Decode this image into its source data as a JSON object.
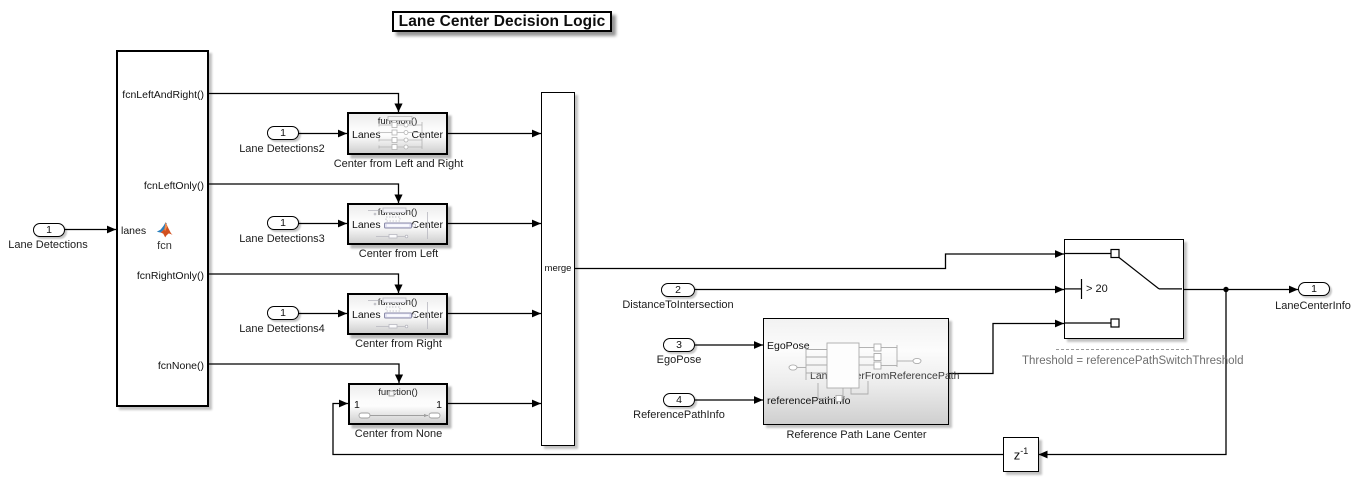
{
  "title": "Lane Center Decision Logic",
  "colors": {
    "wire": "#000000",
    "annotation_text": "#6f6f6f",
    "matlab_logo_orange": "#d55a28",
    "matlab_logo_blue": "#2a7fbd",
    "block_gradient_bottom": "#cfcfcf"
  },
  "inports": {
    "lane_detections": {
      "num": "1",
      "label": "Lane Detections"
    },
    "lane_detections2": {
      "num": "1",
      "label": "Lane Detections2"
    },
    "lane_detections3": {
      "num": "1",
      "label": "Lane Detections3"
    },
    "lane_detections4": {
      "num": "1",
      "label": "Lane Detections4"
    },
    "distance_to_intersection": {
      "num": "2",
      "label": "DistanceToIntersection"
    },
    "ego_pose": {
      "num": "3",
      "label": "EgoPose"
    },
    "reference_path_info": {
      "num": "4",
      "label": "ReferencePathInfo"
    }
  },
  "outports": {
    "lane_center_info": {
      "num": "1",
      "label": "LaneCenterInfo"
    }
  },
  "dispatcher": {
    "in_port": "lanes",
    "icon": "matlab-fcn-icon",
    "icon_caption": "fcn",
    "out_left_and_right": "fcnLeftAndRight()",
    "out_left_only": "fcnLeftOnly()",
    "out_right_only": "fcnRightOnly()",
    "out_none": "fcnNone()"
  },
  "function_blocks": {
    "center_from_left_and_right": {
      "header": "function()",
      "in_port": "Lanes",
      "out_port": "Center",
      "name": "Center from Left and Right"
    },
    "center_from_left": {
      "header": "function()",
      "in_port": "Lanes",
      "out_port": "Center",
      "name": "Center from Left"
    },
    "center_from_right": {
      "header": "function()",
      "in_port": "Lanes",
      "out_port": "Center",
      "name": "Center from Right"
    },
    "center_from_none": {
      "header": "function()",
      "in_port": "1",
      "out_port": "1",
      "name": "Center from None"
    }
  },
  "merge_block": {
    "label": "merge"
  },
  "reference_path_block": {
    "in_port_top": "EgoPose",
    "in_port_bottom": "referencePathInfo",
    "thumbnail_label": "LaneCenterFromReferencePath",
    "name": "Reference Path Lane Center"
  },
  "switch_block": {
    "criteria": "> 20",
    "annotation": "Threshold = referencePathSwitchThreshold"
  },
  "unit_delay": {
    "base": "z",
    "exp": "-1"
  }
}
